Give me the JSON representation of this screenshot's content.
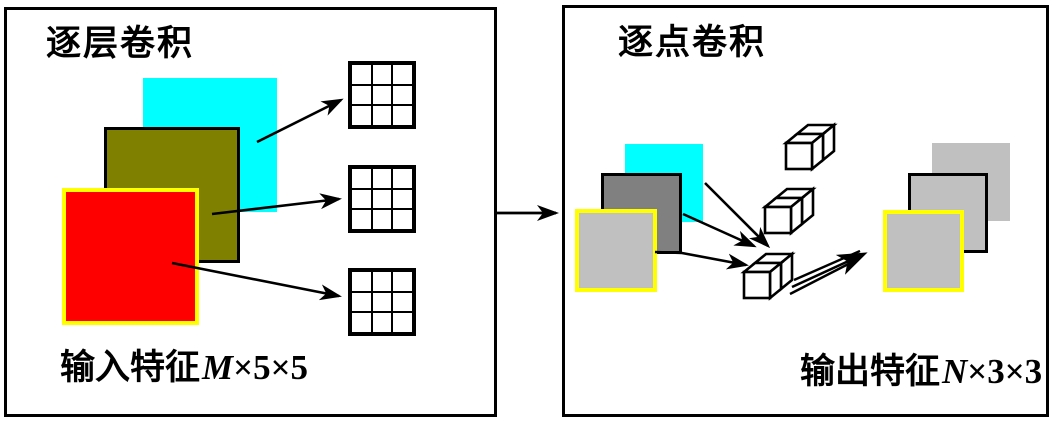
{
  "panels": {
    "depthwise": {
      "title": "逐层卷积",
      "caption_prefix": "输入特征",
      "caption_var": "M",
      "caption_dims": "×5×5",
      "feature_layers": [
        "cyan",
        "olive",
        "red"
      ],
      "kernel_grid_count": 3,
      "kernel_grid_size": "3×3"
    },
    "pointwise": {
      "title": "逐点卷积",
      "caption_prefix": "输出特征",
      "caption_var": "N",
      "caption_dims": "×3×3",
      "input_layers": [
        "cyan",
        "dark-gray",
        "light-gray"
      ],
      "kernel_cube_count": 3,
      "output_layers": [
        "light-gray",
        "light-gray",
        "light-gray"
      ]
    }
  },
  "colors": {
    "cyan": "#00ffff",
    "olive": "#808000",
    "red": "#ff0000",
    "yellow": "#ffff00",
    "dark_gray": "#808080",
    "light_gray": "#c0c0c0",
    "line": "#000000",
    "background": "#ffffff"
  }
}
